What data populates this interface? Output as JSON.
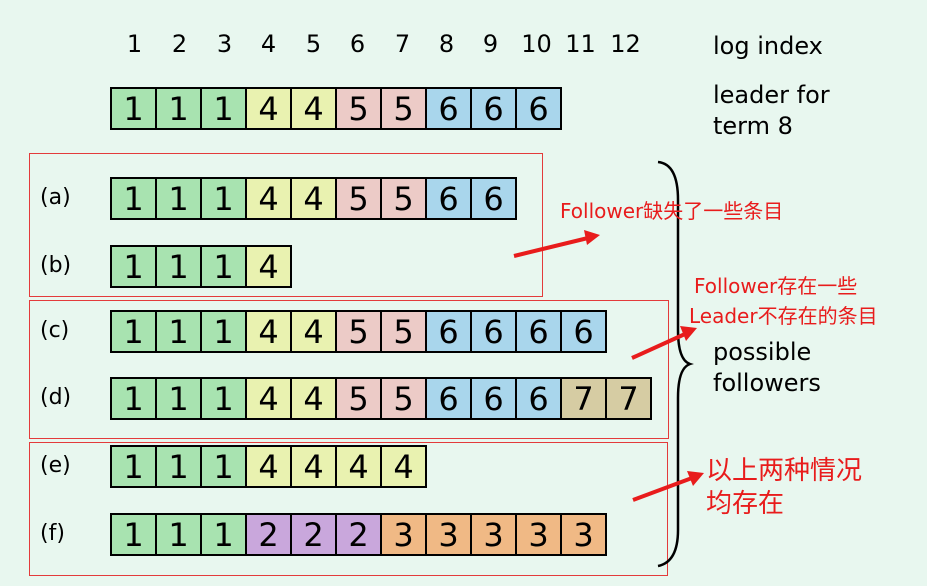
{
  "log_index_label": "log index",
  "leader_label": [
    "leader for",
    "term 8"
  ],
  "possible_label": [
    "possible",
    "followers"
  ],
  "indices": [
    "1",
    "2",
    "3",
    "4",
    "5",
    "6",
    "7",
    "8",
    "9",
    "10",
    "11",
    "12"
  ],
  "colors": {
    "1": "#a8e3b0",
    "2": "#c9a7dc",
    "3": "#f0b985",
    "4": "#e9f2b0",
    "5": "#eccbc7",
    "6": "#a9d6ec",
    "7": "#d6cca3",
    "box": "#e33b3b",
    "note": "#e81c1c",
    "background": "#e8f7ef"
  },
  "leader": [
    1,
    1,
    1,
    4,
    4,
    5,
    5,
    6,
    6,
    6
  ],
  "followers": [
    {
      "label": "(a)",
      "terms": [
        1,
        1,
        1,
        4,
        4,
        5,
        5,
        6,
        6
      ]
    },
    {
      "label": "(b)",
      "terms": [
        1,
        1,
        1,
        4
      ]
    },
    {
      "label": "(c)",
      "terms": [
        1,
        1,
        1,
        4,
        4,
        5,
        5,
        6,
        6,
        6,
        6
      ]
    },
    {
      "label": "(d)",
      "terms": [
        1,
        1,
        1,
        4,
        4,
        5,
        5,
        6,
        6,
        6,
        7,
        7
      ]
    },
    {
      "label": "(e)",
      "terms": [
        1,
        1,
        1,
        4,
        4,
        4,
        4
      ]
    },
    {
      "label": "(f)",
      "terms": [
        1,
        1,
        1,
        2,
        2,
        2,
        3,
        3,
        3,
        3,
        3
      ]
    }
  ],
  "notes": {
    "missing": "Follower缺失了一些条目",
    "extra": [
      "Follower存在一些",
      "Leader不存在的条目"
    ],
    "both": [
      "以上两种情况",
      "均存在"
    ]
  }
}
